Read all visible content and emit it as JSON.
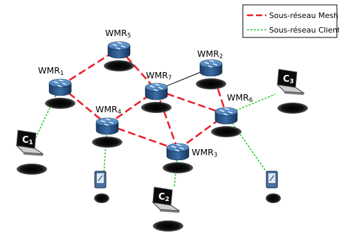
{
  "legend": {
    "mesh_label": "Sous-réseau Mesh",
    "client_label": "Sous-réseau Client",
    "mesh_color": "#e8202a",
    "client_color": "#33cc33"
  },
  "routers": [
    {
      "id": "wmr1",
      "base": "WMR",
      "sub": "1"
    },
    {
      "id": "wmr2",
      "base": "WMR",
      "sub": "2"
    },
    {
      "id": "wmr3",
      "base": "WMR",
      "sub": "3"
    },
    {
      "id": "wmr4",
      "base": "WMR",
      "sub": "4"
    },
    {
      "id": "wmr5",
      "base": "WMR",
      "sub": "5"
    },
    {
      "id": "wmr6",
      "base": "WMR",
      "sub": "6"
    },
    {
      "id": "wmr7",
      "base": "WMR",
      "sub": "7"
    }
  ],
  "laptops": [
    {
      "id": "c1",
      "base": "C",
      "sub": "1"
    },
    {
      "id": "c2",
      "base": "C",
      "sub": "2"
    },
    {
      "id": "c3",
      "base": "C",
      "sub": "3"
    }
  ],
  "mesh_links": [
    [
      "wmr1",
      "wmr5"
    ],
    [
      "wmr5",
      "wmr7"
    ],
    [
      "wmr1",
      "wmr4"
    ],
    [
      "wmr4",
      "wmr7"
    ],
    [
      "wmr7",
      "wmr6"
    ],
    [
      "wmr7",
      "wmr3"
    ],
    [
      "wmr4",
      "wmr3"
    ],
    [
      "wmr3",
      "wmr6"
    ],
    [
      "wmr2",
      "wmr6"
    ]
  ],
  "plain_links": [
    [
      "wmr7",
      "wmr2"
    ]
  ],
  "client_links": [
    [
      "wmr1",
      "c1"
    ],
    [
      "wmr6",
      "c3"
    ],
    [
      "wmr3",
      "c2"
    ],
    [
      "wmr4",
      "pda1"
    ],
    [
      "wmr6",
      "pda2"
    ]
  ]
}
